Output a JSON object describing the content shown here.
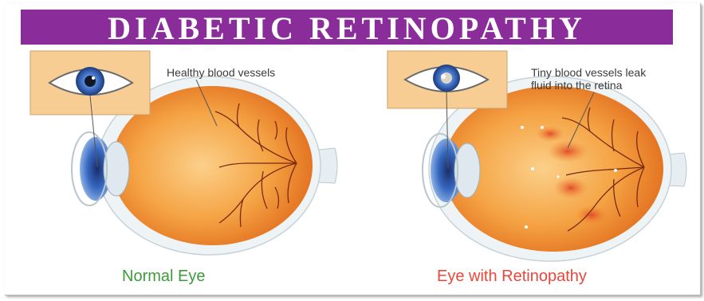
{
  "title": "DIABETIC RETINOPATHY",
  "colors": {
    "banner": "#8a2c9a",
    "normal_caption": "#3f9a3a",
    "retinopathy_caption": "#e8473a",
    "eyeball": "#f08a2a",
    "vessels": "#7a2a10",
    "inset_background": "#f8cd93"
  },
  "panels": [
    {
      "caption": "Normal Eye",
      "annotation": "Healthy blood vessels"
    },
    {
      "caption": "Eye with Retinopathy",
      "annotation_line1": "Tiny blood vessels leak",
      "annotation_line2": "fluid into the retina"
    }
  ]
}
